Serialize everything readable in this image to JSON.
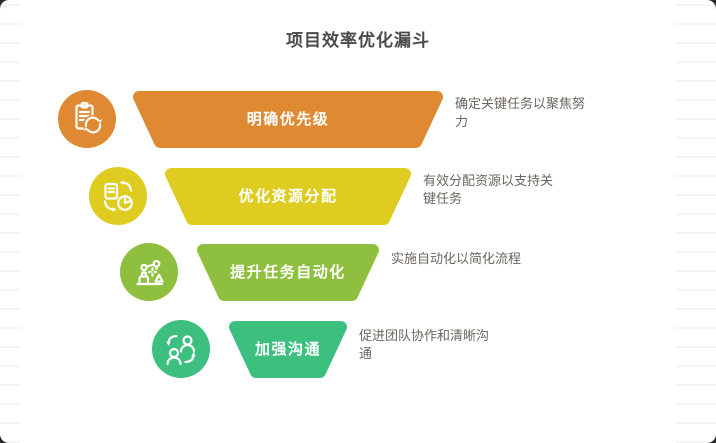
{
  "page": {
    "title": "项目效率优化漏斗"
  },
  "funnel": {
    "levels": [
      {
        "label": "明确优先级",
        "description": "确定关键任务以聚焦努力",
        "color": "#DF8A33",
        "icon": "clipboard-sync-icon"
      },
      {
        "label": "优化资源分配",
        "description": "有效分配资源以支持关键任务",
        "color": "#DECD20",
        "icon": "resource-allocation-icon"
      },
      {
        "label": "提升任务自动化",
        "description": "实施自动化以简化流程",
        "color": "#8FBF3F",
        "icon": "robot-arm-icon"
      },
      {
        "label": "加强沟通",
        "description": "促进团队协作和清晰沟通",
        "color": "#3DBF80",
        "icon": "team-communication-icon"
      }
    ]
  }
}
